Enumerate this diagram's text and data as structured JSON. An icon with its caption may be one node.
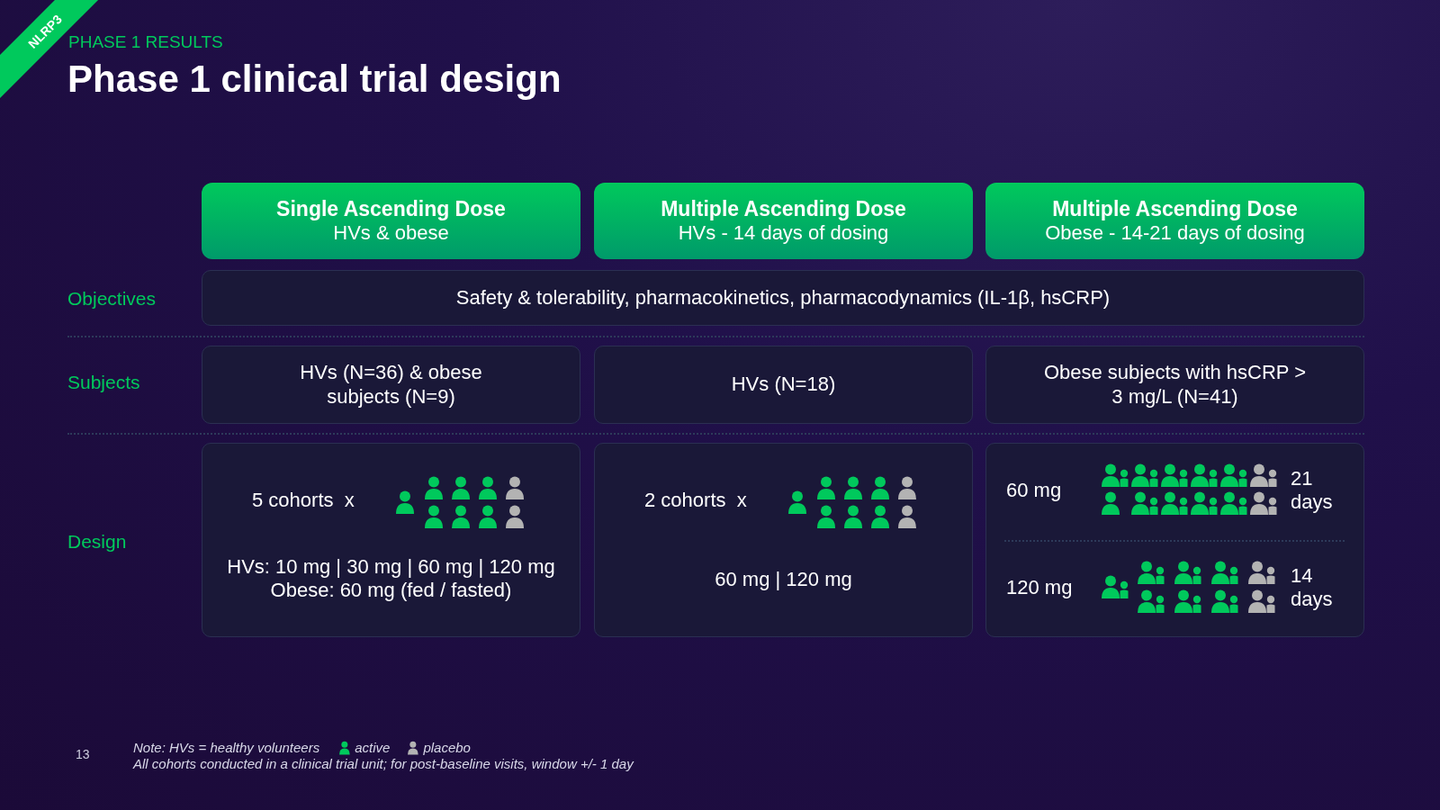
{
  "diagram": {
    "title": "Phase 1 clinical trial design",
    "nodes": [
      {
        "text": [
          "Single Ascending Dose",
          "HVs & obese"
        ]
      },
      {
        "text": [
          "Multiple Ascending Dose",
          "HVs - 14 days of dosing"
        ]
      },
      {
        "text": [
          "Multiple Ascending Dose",
          "Obese - 14-21 days of dosing"
        ]
      },
      {
        "text": [
          "Safety & tolerability, pharmacokinetics, pharmacodynamics (IL-1β, hsCRP)"
        ]
      },
      {
        "text": [
          "HVs (N=36) & obese subjects (N=9)"
        ]
      },
      {
        "text": [
          "HVs (N=18)"
        ]
      },
      {
        "text": [
          "Obese subjects with hsCRP > 3 mg/L (N=41)"
        ]
      },
      {
        "text": [
          "5 cohorts  x",
          "HVs: 10 mg | 30 mg | 60 mg | 120 mg",
          "Obese: 60 mg (fed / fasted)"
        ]
      },
      {
        "text": [
          "2 cohorts  x",
          "60 mg | 120 mg"
        ]
      },
      {
        "text": [
          "60 mg",
          "21 days",
          "120 mg",
          "14 days"
        ]
      }
    ],
    "edges": [],
    "labels": [
      "NLRP3",
      "PHASE 1 RESULTS",
      "Objectives",
      "Subjects",
      "Design",
      "13",
      "Note: HVs = healthy volunteers",
      "All cohorts conducted in a clinical trial unit; for post-baseline visits, window +/- 1 day"
    ],
    "legend": [
      {
        "text": "active",
        "color": "#00c95c"
      },
      {
        "text": "placebo",
        "color": "#b3b3b3"
      }
    ]
  }
}
